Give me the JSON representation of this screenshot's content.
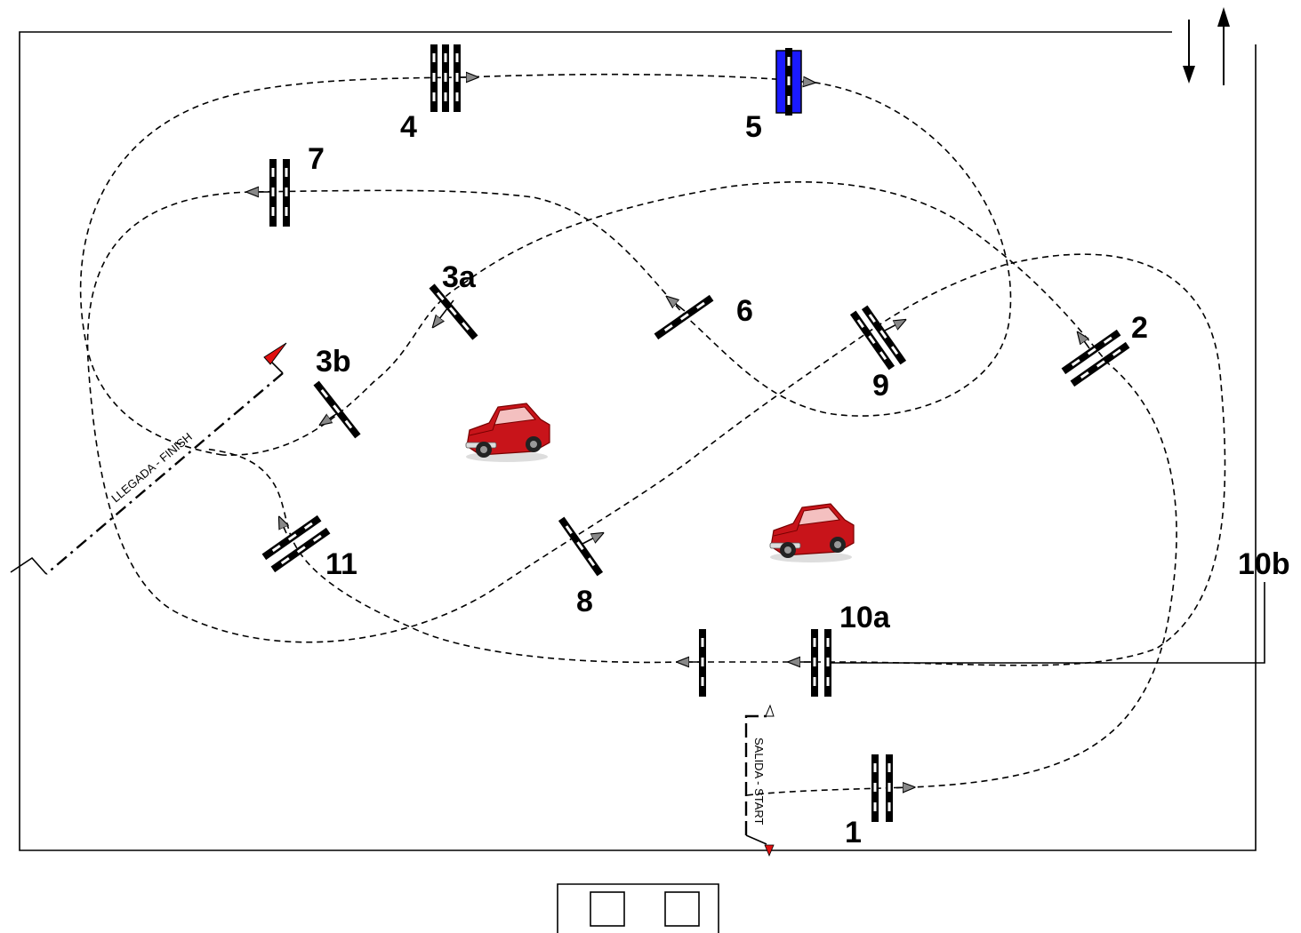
{
  "gates": [
    {
      "id": "1",
      "label": "1"
    },
    {
      "id": "2",
      "label": "2"
    },
    {
      "id": "3a",
      "label": "3a"
    },
    {
      "id": "3b",
      "label": "3b"
    },
    {
      "id": "4",
      "label": "4"
    },
    {
      "id": "5",
      "label": "5",
      "highlight_color": "#1a1aff"
    },
    {
      "id": "6",
      "label": "6"
    },
    {
      "id": "7",
      "label": "7"
    },
    {
      "id": "8",
      "label": "8"
    },
    {
      "id": "9",
      "label": "9"
    },
    {
      "id": "10a",
      "label": "10a"
    },
    {
      "id": "10b",
      "label": "10b"
    },
    {
      "id": "11",
      "label": "11"
    }
  ],
  "start_label": "SALIDA - START",
  "finish_label": "LLEGADA - FINISH",
  "colors": {
    "flag": "#e01010",
    "car_body": "#c8141a",
    "gate_bar": "#000000",
    "gate_highlight": "#1a1aff"
  },
  "icons": [
    "car-icon",
    "flag-icon",
    "up-arrow-icon",
    "down-arrow-icon",
    "building-icon"
  ]
}
